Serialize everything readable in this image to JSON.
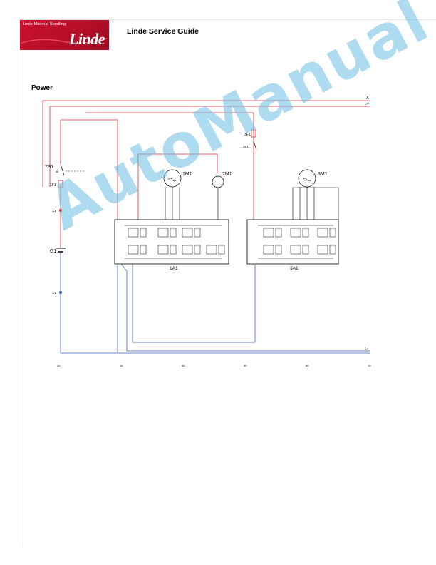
{
  "header": {
    "logo": {
      "subtitle": "Linde Material Handling",
      "brand": "Linde"
    },
    "guide_title": "Linde Service Guide"
  },
  "section": {
    "title": "Power"
  },
  "diagram": {
    "components": {
      "motor_1m1": "1M1",
      "motor_2m1": "2M1",
      "motor_3m1": "3M1",
      "controller_1a1": "1A1",
      "controller_3a1": "3A1",
      "switch_7s1": "7S1",
      "fuse_1f1": "1F1",
      "fuse_3f1": "3F1",
      "battery_g1": "G1",
      "x1_top": "X1",
      "x1_bottom": "X1",
      "contact_3k1": "3K1"
    },
    "rails": {
      "a": "A",
      "lplus": "L+",
      "lminus": "L-"
    },
    "ruler": [
      "20",
      "30",
      "40",
      "50",
      "60",
      "70"
    ]
  },
  "watermark": {
    "text": "AutoManual"
  }
}
